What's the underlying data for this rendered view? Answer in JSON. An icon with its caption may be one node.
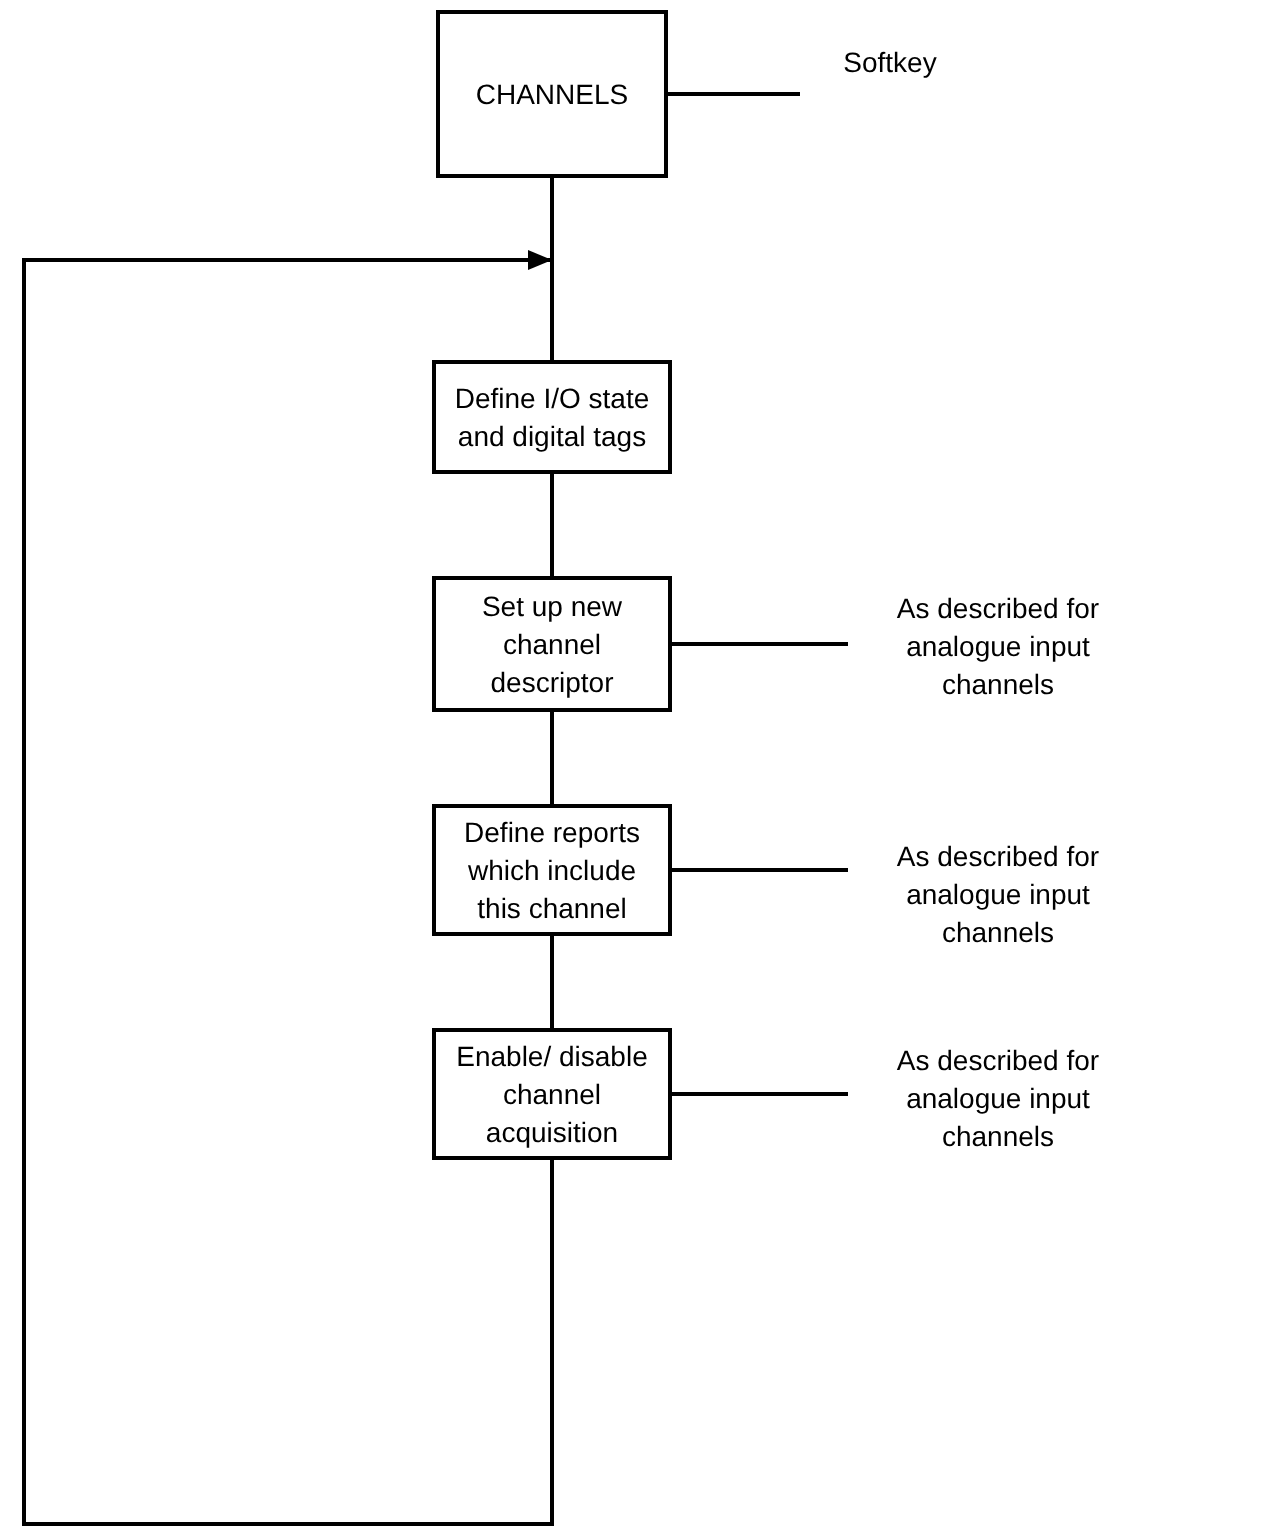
{
  "diagram": {
    "nodes": [
      {
        "text": [
          "CHANNELS"
        ]
      },
      {
        "text": [
          "Softkey"
        ]
      },
      {
        "text": [
          "Define I/O state and digital tags"
        ]
      },
      {
        "text": [
          "Set up new channel descriptor"
        ]
      },
      {
        "text": [
          "As described for analogue input channels"
        ]
      },
      {
        "text": [
          "Define reports which include this channel"
        ]
      },
      {
        "text": [
          "As described for analogue input channels"
        ]
      },
      {
        "text": [
          "Enable/ disable channel acquisition"
        ]
      },
      {
        "text": [
          "As described for analogue input channels"
        ]
      }
    ],
    "edges": [
      {
        "from": 0,
        "to": 2,
        "arrow": "none"
      },
      {
        "from": 2,
        "to": 3,
        "arrow": "none"
      },
      {
        "from": 3,
        "to": 5,
        "arrow": "none"
      },
      {
        "from": 5,
        "to": 7,
        "arrow": "none"
      },
      {
        "from": 7,
        "to": null,
        "arrow": "to"
      },
      {
        "from": 0,
        "to": 1,
        "arrow": "none"
      },
      {
        "from": 3,
        "to": 4,
        "arrow": "none"
      },
      {
        "from": 5,
        "to": 6,
        "arrow": "none"
      },
      {
        "from": 7,
        "to": 8,
        "arrow": "none"
      }
    ]
  }
}
